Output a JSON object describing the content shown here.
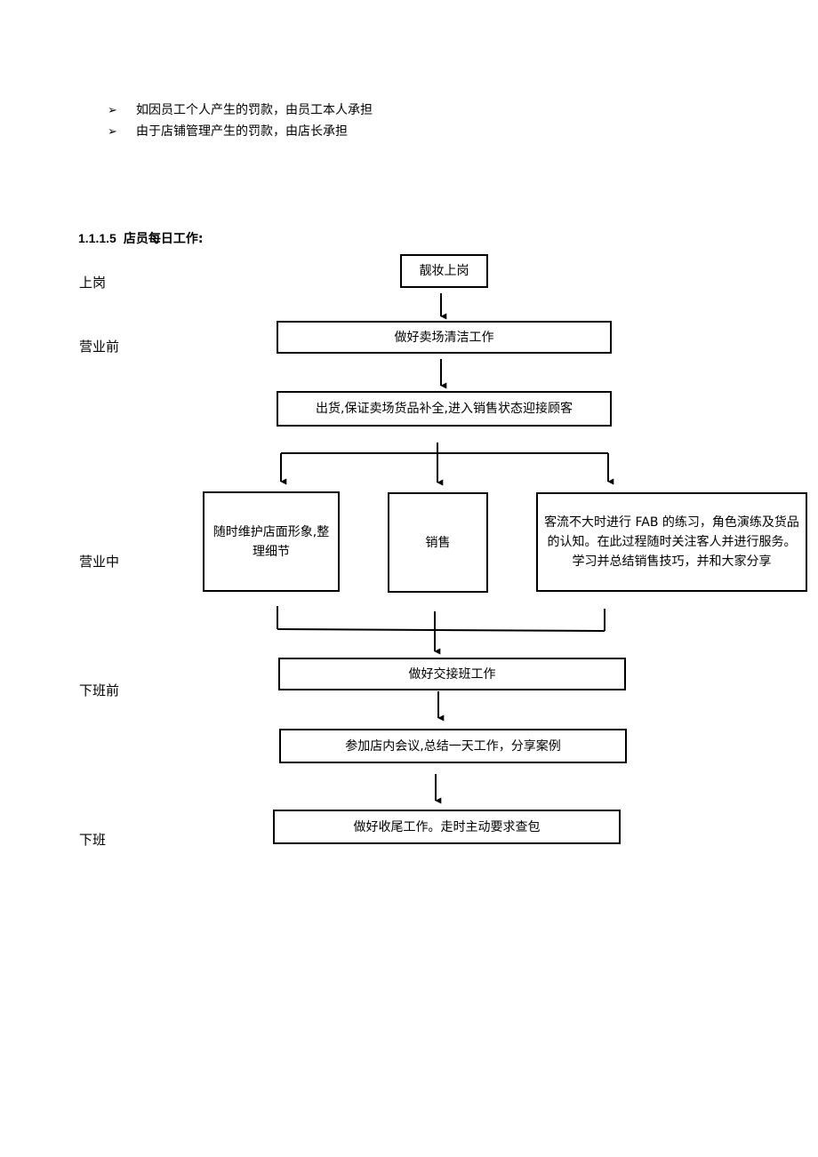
{
  "bullets": [
    "如因员工个人产生的罚款，由员工本人承担",
    "由于店铺管理产生的罚款，由店长承担"
  ],
  "bullet_icon": "arrowhead-bullet-icon",
  "section": {
    "number": "1.1.1.5",
    "title": "店员每日工作:"
  },
  "stages": {
    "shang_gang": "上岗",
    "ying_ye_qian": "营业前",
    "ying_ye_zhong": "营业中",
    "xia_ban_qian": "下班前",
    "xia_ban": "下班"
  },
  "flow": {
    "makeup": "靓妆上岗",
    "cleaning": "做好卖场清洁工作",
    "shipping": "出货,保证卖场货品补全,进入销售状态迎接顾客",
    "maintain": "随时维护店面形象,整理细节",
    "sales": "销售",
    "practice": "客流不大时进行 FAB 的练习，角色演练及货品的认知。在此过程随时关注客人并进行服务。学习并总结销售技巧，并和大家分享",
    "handover": "做好交接班工作",
    "meeting": "参加店内会议,总结一天工作，分享案例",
    "closing": "做好收尾工作。走时主动要求查包"
  }
}
